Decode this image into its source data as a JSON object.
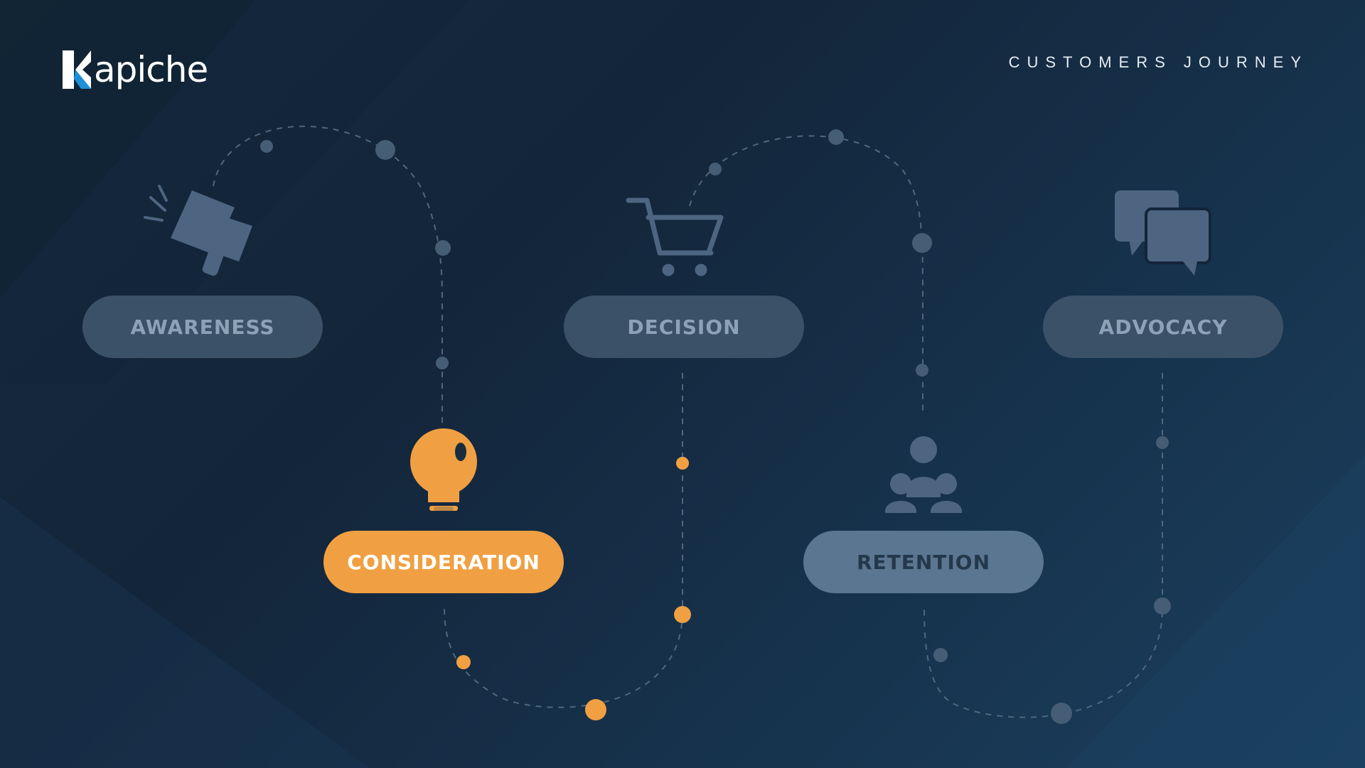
{
  "brand": {
    "name": "apiche",
    "logo_letter": "K"
  },
  "header": {
    "title": "CUSTOMERS JOURNEY"
  },
  "stages": [
    {
      "label": "AWARENESS",
      "icon": "megaphone-icon",
      "state": "inactive"
    },
    {
      "label": "CONSIDERATION",
      "icon": "lightbulb-icon",
      "state": "active"
    },
    {
      "label": "DECISION",
      "icon": "shopping-cart-icon",
      "state": "inactive"
    },
    {
      "label": "RETENTION",
      "icon": "team-icon",
      "state": "inactive"
    },
    {
      "label": "ADVOCACY",
      "icon": "chat-bubbles-icon",
      "state": "inactive"
    }
  ],
  "colors": {
    "background": "#13253a",
    "accent": "#f0a043",
    "inactive_pill": "#3b5168",
    "inactive_text": "#8ea2b7",
    "icon_muted": "#4d6580",
    "path_dashes": "#4f677f"
  }
}
